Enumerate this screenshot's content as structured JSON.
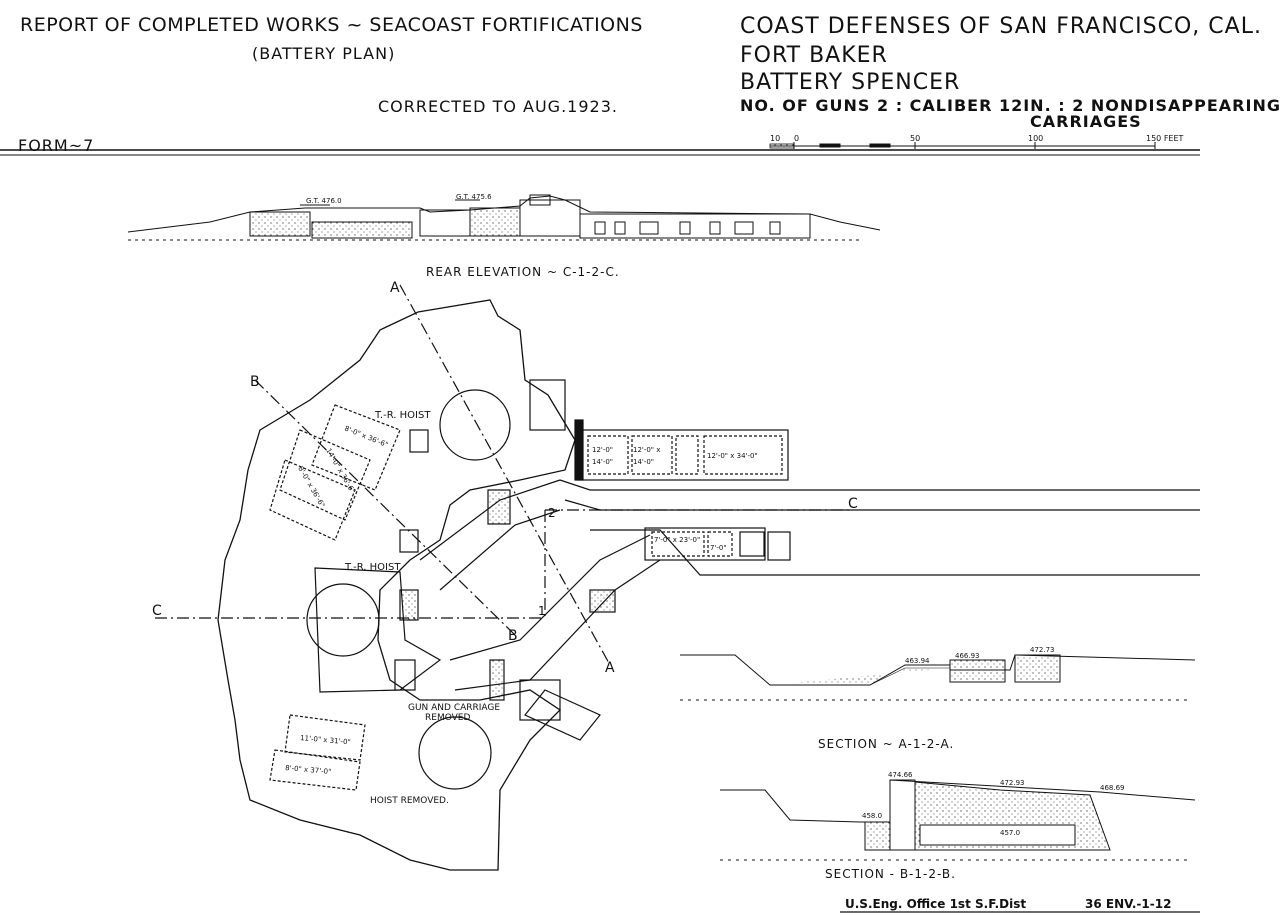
{
  "header": {
    "title_line1": "REPORT OF COMPLETED WORKS ~ SEACOAST FORTIFICATIONS",
    "title_line2": "(BATTERY PLAN)",
    "corrected": "CORRECTED TO AUG.1923.",
    "form": "FORM~7",
    "defense": "COAST DEFENSES OF SAN FRANCISCO, CAL.",
    "fort": "FORT BAKER",
    "battery": "BATTERY SPENCER",
    "guns_line": "NO. OF GUNS 2 : CALIBER 12IN. : 2 NONDISAPPEARING",
    "carriages": "CARRIAGES"
  },
  "scale_bar": {
    "labels": [
      "10",
      "0",
      "50",
      "100",
      "150 FEET"
    ]
  },
  "rear_elevation": {
    "title": "REAR ELEVATION ~ C-1-2-C.",
    "gt_left": "G.T. 476.0",
    "gt_right": "G.T. 475.6"
  },
  "plan": {
    "section_markers": [
      "A",
      "B",
      "C",
      "C",
      "1",
      "2",
      "A",
      "B"
    ],
    "tr_hoist_1": "T.-R. HOIST",
    "tr_hoist_2": "T.-R. HOIST",
    "gun_removed_1": "GUN AND CARRIAGE",
    "gun_removed_2": "REMOVED",
    "hoist_removed": "HOIST REMOVED.",
    "rooms": [
      "8'-0\" x 36'-6\"",
      "14'-0\" x 36'-6\"",
      "8'-0\" x 36'-6\"",
      "12'-0\"",
      "14'-0\"",
      "12'-0\" x",
      "14'-0\"",
      "12'-0\" x 34'-0\"",
      "7'-0\" x 23'-0\"",
      "7'-0\"",
      "11'-0\" x 31'-0\"",
      "8'-0\" x 37'-0\""
    ]
  },
  "section_a": {
    "title": "SECTION ~ A-1-2-A.",
    "elevations": [
      "463.94",
      "466.93",
      "472.73"
    ]
  },
  "section_b": {
    "title": "SECTION - B-1-2-B.",
    "elevations": [
      "474.66",
      "472.93",
      "468.69",
      "458.0",
      "457.0"
    ]
  },
  "footer": {
    "office": "U.S.Eng. Office 1st S.F.Dist",
    "sheet": "36 ENV.-1-12"
  }
}
